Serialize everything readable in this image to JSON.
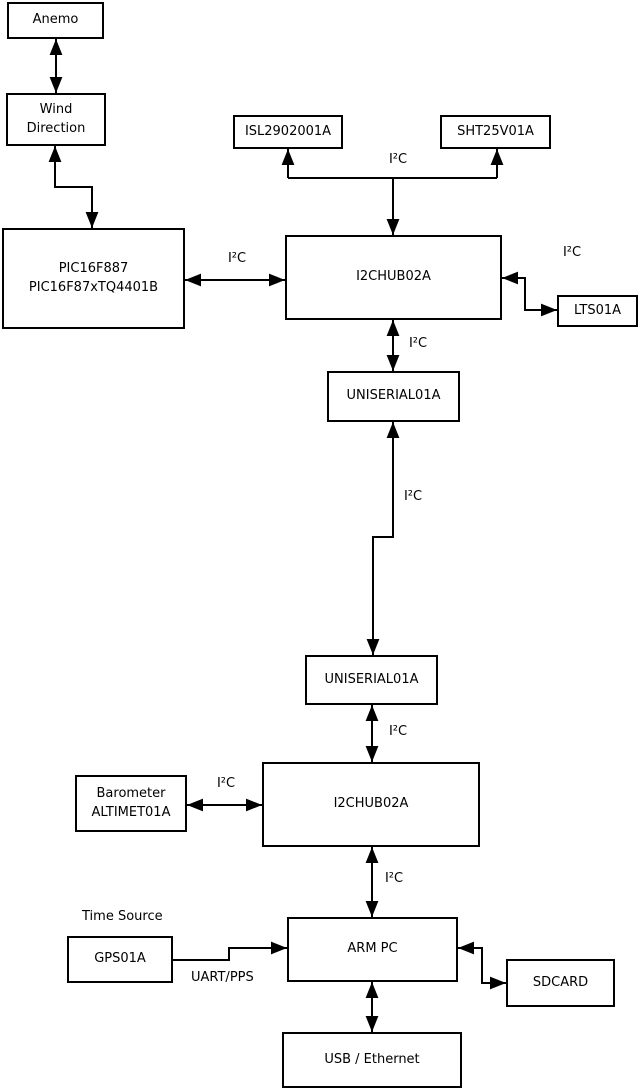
{
  "diagram": {
    "nodes": {
      "anemo": {
        "label": "Anemo"
      },
      "wind_direction": {
        "label": "Wind\nDirection"
      },
      "isl": {
        "label": "ISL2902001A"
      },
      "sht": {
        "label": "SHT25V01A"
      },
      "pic": {
        "label": "PIC16F887\nPIC16F87xTQ4401B"
      },
      "hub1": {
        "label": "I2CHUB02A"
      },
      "lts": {
        "label": "LTS01A"
      },
      "uniserial1": {
        "label": "UNISERIAL01A"
      },
      "uniserial2": {
        "label": "UNISERIAL01A"
      },
      "hub2": {
        "label": "I2CHUB02A"
      },
      "barometer": {
        "label": "Barometer\nALTIMET01A"
      },
      "gps": {
        "label": "GPS01A"
      },
      "arm_pc": {
        "label": "ARM PC"
      },
      "sdcard": {
        "label": "SDCARD"
      },
      "usb_ethernet": {
        "label": "USB / Ethernet"
      }
    },
    "edge_labels": {
      "i2c_top": "I²C",
      "i2c_pic_hub1": "I²C",
      "i2c_hub1_lts": "I²C",
      "i2c_hub1_uniserial1": "I²C",
      "i2c_long": "I²C",
      "i2c_uniserial2_hub2": "I²C",
      "i2c_barometer_hub2": "I²C",
      "i2c_hub2_arm": "I²C",
      "time_source": "Time Source",
      "uart_pps": "UART/PPS"
    },
    "colors": {
      "line": "#000000",
      "background": "#ffffff",
      "text": "#000000"
    }
  }
}
